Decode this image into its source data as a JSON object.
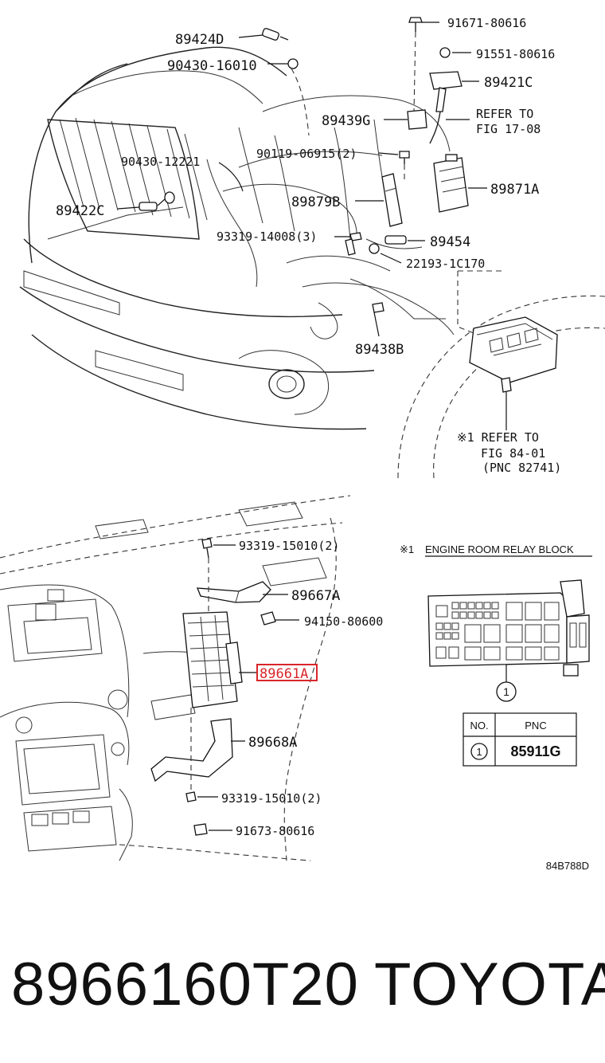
{
  "diagram_labels": {
    "p89424D": "89424D",
    "p90430_16010": "90430-16010",
    "p91671": "91671-80616",
    "p91551": "91551-80616",
    "p89421C": "89421C",
    "p89439G": "89439G",
    "refer_top_1": "REFER TO",
    "refer_top_2": "FIG 17-08",
    "p90119": "90119-06915(2)",
    "p90430_12221": "90430-12221",
    "p89871A": "89871A",
    "p89422C": "89422C",
    "p89879B": "89879B",
    "p93319_14008": "93319-14008(3)",
    "p89454": "89454",
    "p22193": "22193-1C170",
    "p89438B": "89438B",
    "refer_mid_1": "※1 REFER TO",
    "refer_mid_2": "FIG 84-01",
    "refer_mid_3": "(PNC 82741)",
    "p93319_15010_top": "93319-15010(2)",
    "note_marker": "※1",
    "note_text": "ENGINE ROOM RELAY BLOCK",
    "p89667A": "89667A",
    "p94150": "94150-80600",
    "p89661A": "89661A",
    "p89668A": "89668A",
    "p93319_15010_bot": "93319-15010(2)",
    "p91673": "91673-80616",
    "callout_num": "1",
    "table_head_no": "NO.",
    "table_head_pnc": "PNC",
    "table_row_no": "1",
    "table_row_pnc": "85911G",
    "figure_code": "84B788D"
  },
  "colors": {
    "highlight": "#d9262b",
    "ink": "#111111"
  },
  "footer": {
    "part_number": "8966160T20",
    "brand": "TOYOTA"
  }
}
